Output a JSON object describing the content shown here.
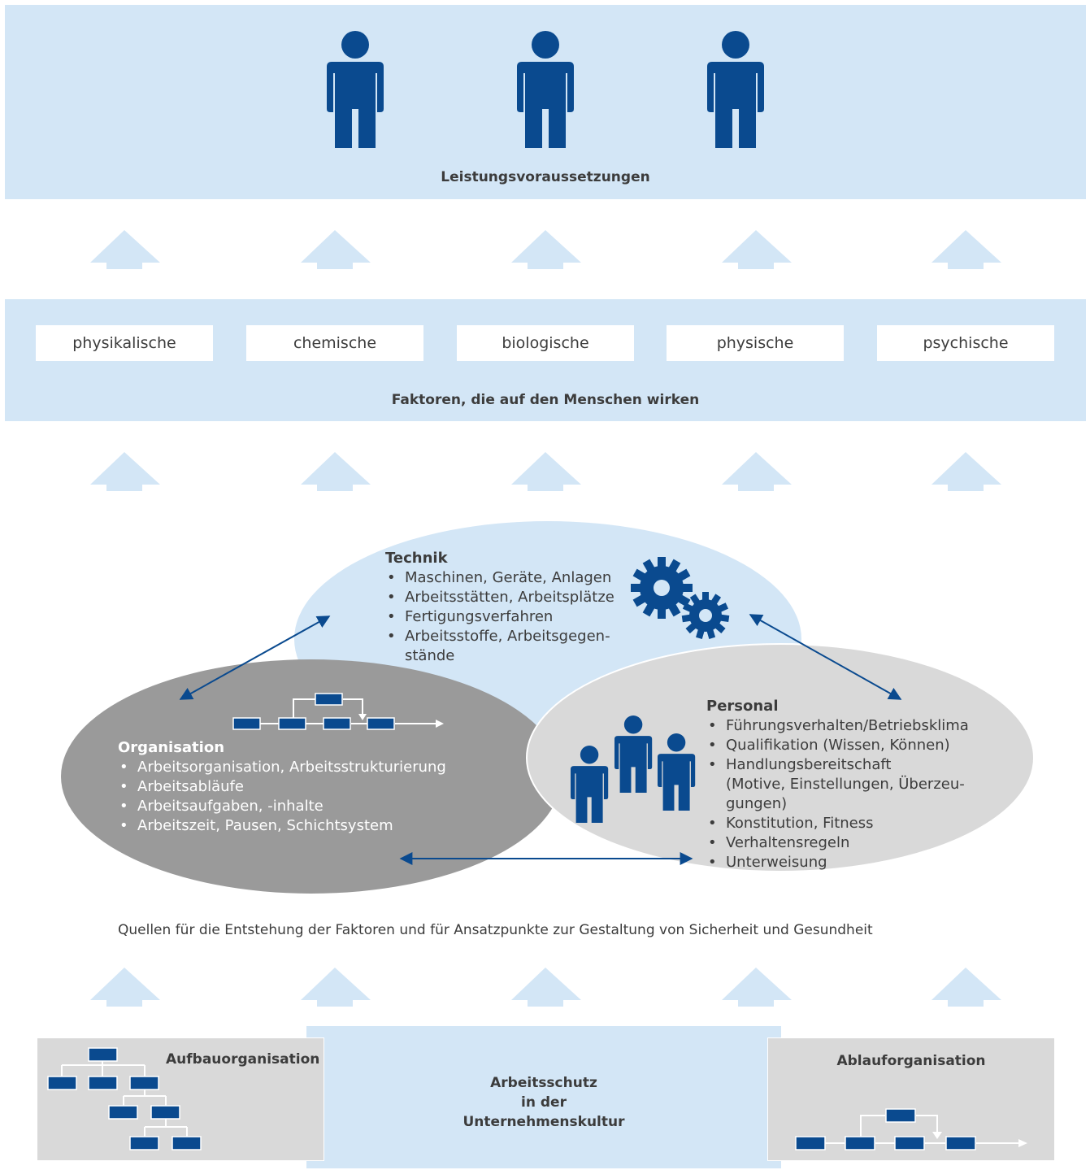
{
  "colors": {
    "band": "#d3e6f6",
    "arrow": "#d3e6f6",
    "dark_blue": "#0a4a8f",
    "ellipse_technik": "#d3e6f6",
    "ellipse_organisation": "#9a9a9a",
    "ellipse_personal": "#d9d9d9",
    "grey_box": "#d9d9d9"
  },
  "top_band": {
    "title": "Leistungsvoraussetzungen",
    "icon": "person-icon"
  },
  "factors_band": {
    "boxes": [
      "physikalische",
      "chemische",
      "biologische",
      "physische",
      "psychische"
    ],
    "title": "Faktoren, die auf den Menschen wirken"
  },
  "technik": {
    "title": "Technik",
    "items": [
      "Maschinen, Geräte, Anlagen",
      "Arbeitsstätten, Arbeitsplätze",
      "Fertigungsverfahren",
      "Arbeitsstoffe, Arbeitsgegen-",
      "stände"
    ],
    "icon": "gear-icon"
  },
  "organisation": {
    "title": "Organisation",
    "items": [
      "Arbeitsorganisation, Arbeitsstrukturierung",
      "Arbeitsabläufe",
      "Arbeitsaufgaben, -inhalte",
      "Arbeitszeit, Pausen, Schichtsystem"
    ],
    "icon": "process-flow-icon"
  },
  "personal": {
    "title": "Personal",
    "items": [
      "Führungsverhalten/Betriebsklima",
      "Qualifikation (Wissen, Können)",
      "Handlungsbereitschaft",
      "(Motive, Einstellungen, Überzeu-",
      "gungen)",
      "Konstitution, Fitness",
      "Verhaltensregeln",
      "Unterweisung"
    ],
    "icon": "people-group-icon"
  },
  "sources_caption": "Quellen für die Entstehung der Faktoren und für Ansatzpunkte zur Gestaltung von Sicherheit und Gesundheit",
  "bottom": {
    "left_title": "Aufbauorganisation",
    "center_lines": [
      "Arbeitsschutz",
      "in der",
      "Unternehmenskultur"
    ],
    "right_title": "Ablauforganisation"
  }
}
